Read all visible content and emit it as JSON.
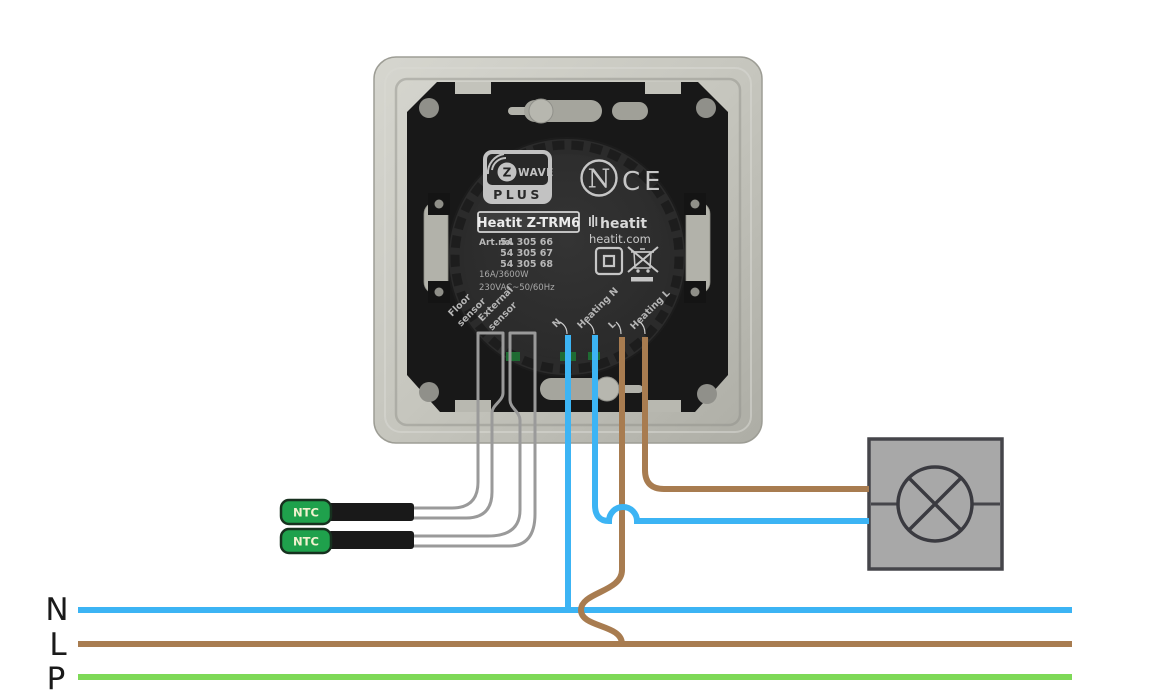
{
  "device": {
    "zwave": {
      "z": "Z",
      "wave": "WAVE",
      "plus": "PLUS"
    },
    "nemko_mark": "N",
    "ce_mark": "CE",
    "model": "Heatit Z-TRM6",
    "art_label": "Art.no.",
    "art_numbers": [
      "54 305 66",
      "54 305 67",
      "54 305 68"
    ],
    "rating_current": "16A/3600W",
    "rating_voltage": "230VAC~50/60Hz",
    "brand": "heatit",
    "brand_url": "heatit.com"
  },
  "terminals": {
    "floor": {
      "line1": "Floor",
      "line2": "sensor"
    },
    "external": {
      "line1": "External",
      "line2": "sensor"
    },
    "n": "N",
    "heating_n": "Heating N",
    "l": "L",
    "heating_l": "Heating L"
  },
  "sensors": {
    "upper": {
      "label": "NTC"
    },
    "lower": {
      "label": "NTC"
    }
  },
  "mains": {
    "n": {
      "label": "N",
      "color": "#3cb4f4"
    },
    "l": {
      "label": "L",
      "color": "#a87c50"
    },
    "p": {
      "label": "P",
      "color": "#7ed957"
    }
  },
  "colors": {
    "sensor_wire": "#9a9a9a",
    "ntc_green": "#1fa14c",
    "probe_black": "#191919",
    "lamp_gray": "#a8a8a8",
    "lamp_border": "#45454a"
  }
}
